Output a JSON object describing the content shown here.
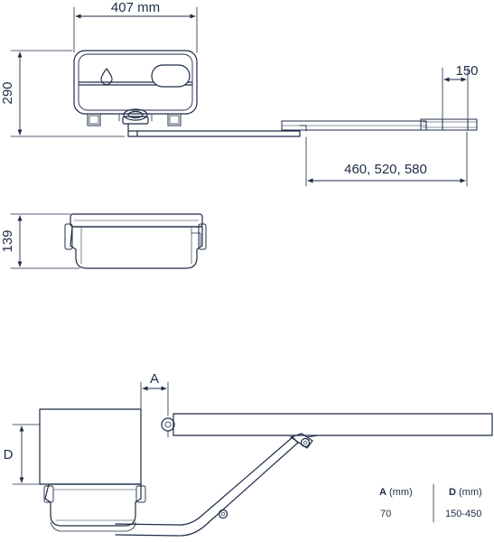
{
  "top_view": {
    "width_label": "407 mm",
    "height_label": "290",
    "offset_label": "150",
    "arm_length_label": "460, 520, 580"
  },
  "side_view": {
    "height_label": "139"
  },
  "install_view": {
    "a_label": "A",
    "d_label": "D"
  },
  "table": {
    "col_a_header": "A",
    "col_d_header": "D",
    "unit": "(mm)",
    "col_a_value": "70",
    "col_d_value": "150-450"
  },
  "colors": {
    "line": "#1d2b45",
    "text": "#1d2b45"
  }
}
